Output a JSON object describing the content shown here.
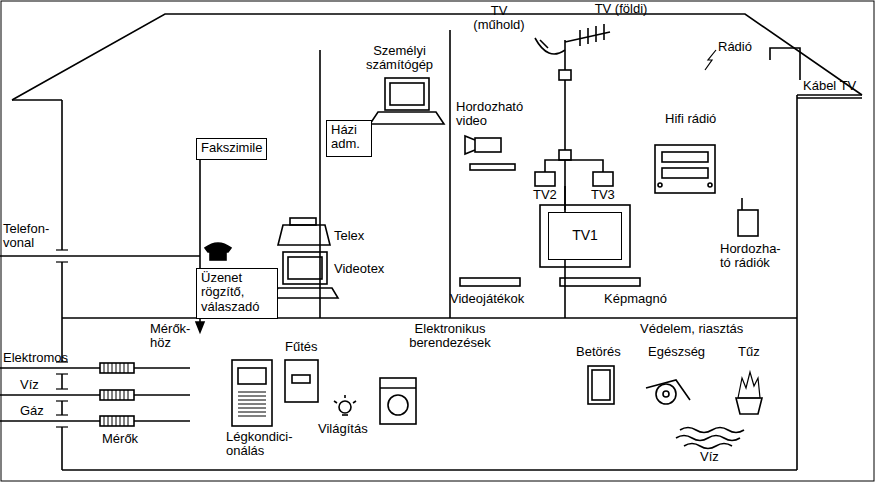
{
  "diagram": {
    "nodes": [
      {
        "text": [
          "Fakszimile"
        ]
      },
      {
        "text": [
          "Üzenet rögzítő, válaszadó"
        ]
      },
      {
        "text": [
          "Házi adm."
        ]
      },
      {
        "text": [
          "TV1"
        ]
      }
    ],
    "labels": [
      "TV (műhold)",
      "TV (földi)",
      "Rádió",
      "Személyi számítógép",
      "Telex",
      "Videotex",
      "Telefon- vonal",
      "Mérők- höz",
      "Hordozható video",
      "TV2",
      "TV3",
      "Hifi rádió",
      "Hordozha- tó rádiók",
      "Kábel TV",
      "Videojátékok",
      "Képmagnó",
      "Elektromos",
      "Víz",
      "Gáz",
      "Mérők",
      "Fűtés",
      "Elektronikus berendezések",
      "Légkondici- onálás",
      "Világítás",
      "Védelem, riasztás",
      "Betörés",
      "Egészség",
      "Tűz",
      "Víz"
    ]
  }
}
